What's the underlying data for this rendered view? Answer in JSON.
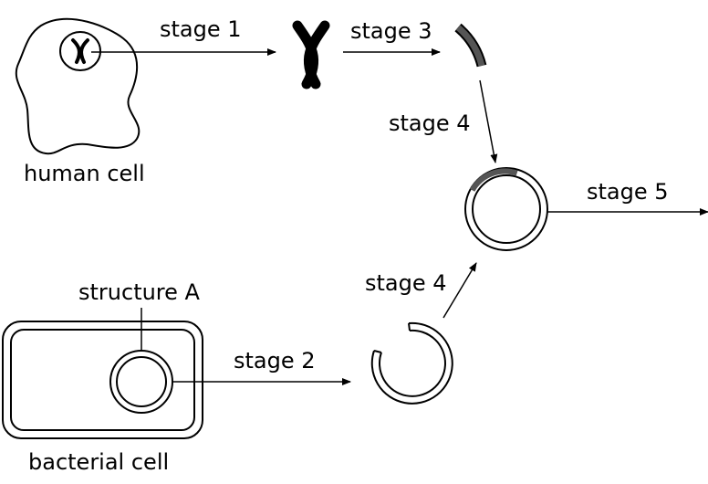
{
  "labels": {
    "human_cell": "human cell",
    "bacterial_cell": "bacterial cell",
    "structure_a": "structure A",
    "stage1": "stage 1",
    "stage2": "stage 2",
    "stage3": "stage 3",
    "stage4_upper": "stage 4",
    "stage4_lower": "stage 4",
    "stage5": "stage 5"
  },
  "colors": {
    "line": "#000000",
    "gene_fragment": "#555555",
    "background": "#ffffff"
  }
}
